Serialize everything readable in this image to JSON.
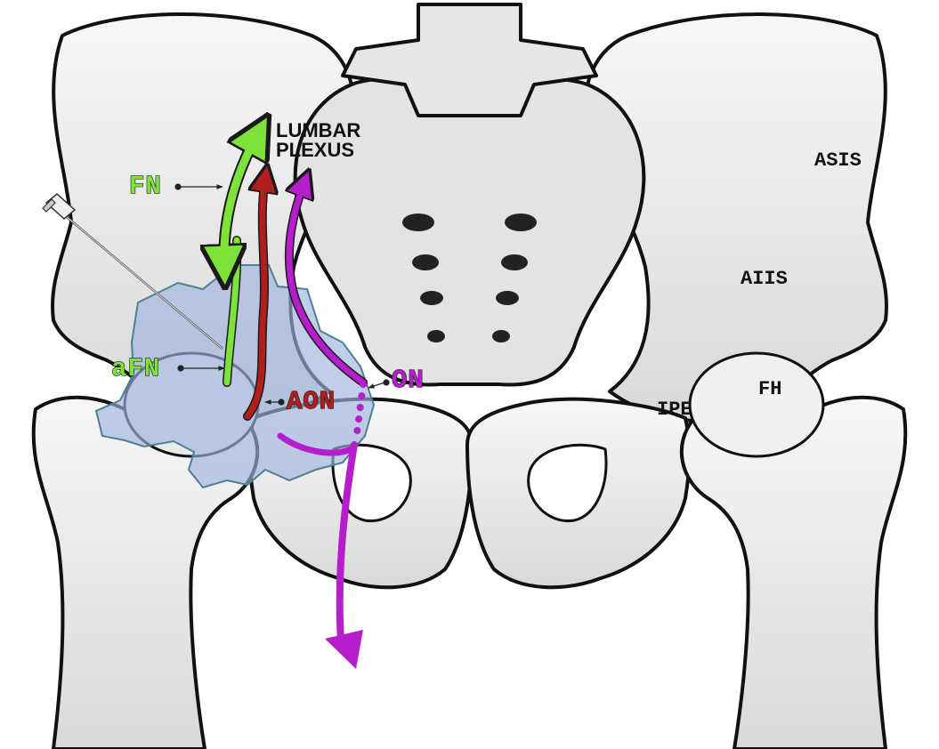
{
  "labels": {
    "lumbar_plexus": [
      "LUMBAR",
      "PLEXUS"
    ],
    "fn": "FN",
    "afn": "aFN",
    "aon": "AON",
    "on": "ON",
    "asis": "ASIS",
    "aiis": "AIIS",
    "fh": "FH",
    "ipe": "IPE"
  },
  "colors": {
    "fn": "#7de33a",
    "aon": "#b01e1e",
    "on": "#b61ecb",
    "capsule": "#9fb3df",
    "bone": "#ececec",
    "bone_outline": "#111111"
  },
  "icons": {
    "needle": "needle-icon"
  }
}
